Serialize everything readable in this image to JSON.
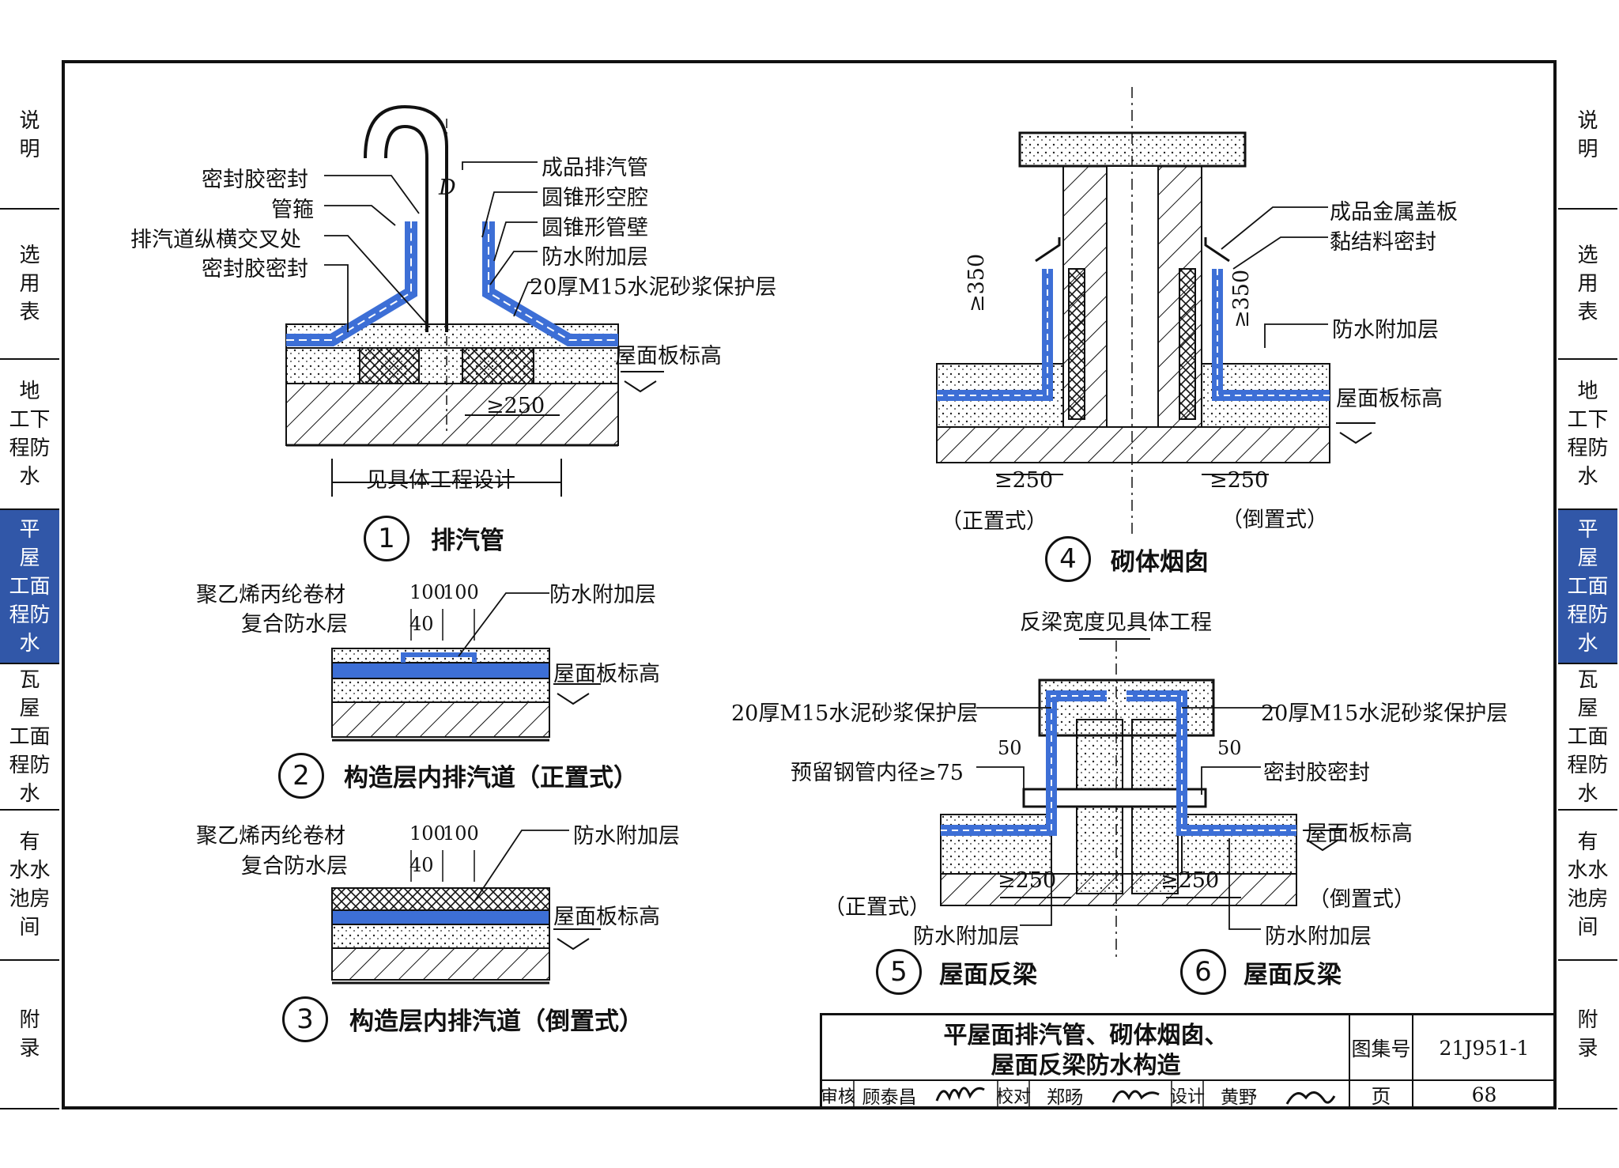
{
  "side_tabs": [
    {
      "id": "shuoming",
      "label": "说\n明"
    },
    {
      "id": "xuanyongbiao",
      "label": "选\n用\n表"
    },
    {
      "id": "dixia",
      "label": "地\n工下\n程防\n水"
    },
    {
      "id": "pingwu",
      "label": "平\n屋\n工面\n程防\n水",
      "active": true
    },
    {
      "id": "wawu",
      "label": "瓦\n屋\n工面\n程防\n水"
    },
    {
      "id": "youshui",
      "label": "有\n水水\n池房\n间"
    },
    {
      "id": "fulu",
      "label": "附\n录"
    }
  ],
  "colors": {
    "waterproof": "#3d6fd6",
    "active_tab": "#3157a8",
    "concrete": "#d9d9d9"
  },
  "d1": {
    "caption_num": "1",
    "caption": "排汽管",
    "labels_left": [
      "密封胶密封",
      "管箍",
      "排汽道纵横交叉处",
      "密封胶密封"
    ],
    "labels_right": [
      "成品排汽管",
      "圆锥形空腔",
      "圆锥形管壁",
      "防水附加层",
      "20厚M15水泥砂浆保护层"
    ],
    "elev": "屋面板标高",
    "dim": "≥250",
    "bottom": "见具体工程设计",
    "pipe": "D"
  },
  "d2": {
    "caption_num": "2",
    "caption": "构造层内排汽道（正置式）",
    "label_a": "聚乙烯丙纶卷材",
    "label_b": "复合防水层",
    "dim_a": "100",
    "dim_b": "100",
    "dim_c": "40",
    "right": "防水附加层",
    "elev": "屋面板标高"
  },
  "d3": {
    "caption_num": "3",
    "caption": "构造层内排汽道（倒置式）",
    "label_a": "聚乙烯丙纶卷材",
    "label_b": "复合防水层",
    "dim_a": "100",
    "dim_b": "100",
    "dim_c": "40",
    "right": "防水附加层",
    "elev": "屋面板标高"
  },
  "d4": {
    "caption_num": "4",
    "caption": "砌体烟囱",
    "labels": [
      "成品金属盖板",
      "黏结料密封",
      "防水附加层",
      "屋面板标高"
    ],
    "dim_h": "≥350",
    "dim_w": "≥250",
    "left_type": "（正置式）",
    "right_type": "（倒置式）"
  },
  "d56": {
    "top": "反梁宽度见具体工程",
    "left_prot": "20厚M15水泥砂浆保护层",
    "right_prot": "20厚M15水泥砂浆保护层",
    "pipe": "预留钢管内径≥75",
    "seal": "密封胶密封",
    "elev": "屋面板标高",
    "dim50": "50",
    "dim250": "≥250",
    "left_type": "（正置式）",
    "right_type": "（倒置式）",
    "add_layer": "防水附加层",
    "caption5_num": "5",
    "caption5": "屋面反梁",
    "caption6_num": "6",
    "caption6": "屋面反梁"
  },
  "title_block": {
    "title_line1": "平屋面排汽管、砌体烟囱、",
    "title_line2": "屋面反梁防水构造",
    "atlas_label": "图集号",
    "atlas_no": "21J951-1",
    "page_label": "页",
    "page_no": "68",
    "review": "审核",
    "reviewer": "顾泰昌",
    "check": "校对",
    "checker": "郑旸",
    "design": "设计",
    "designer": "黄野"
  }
}
